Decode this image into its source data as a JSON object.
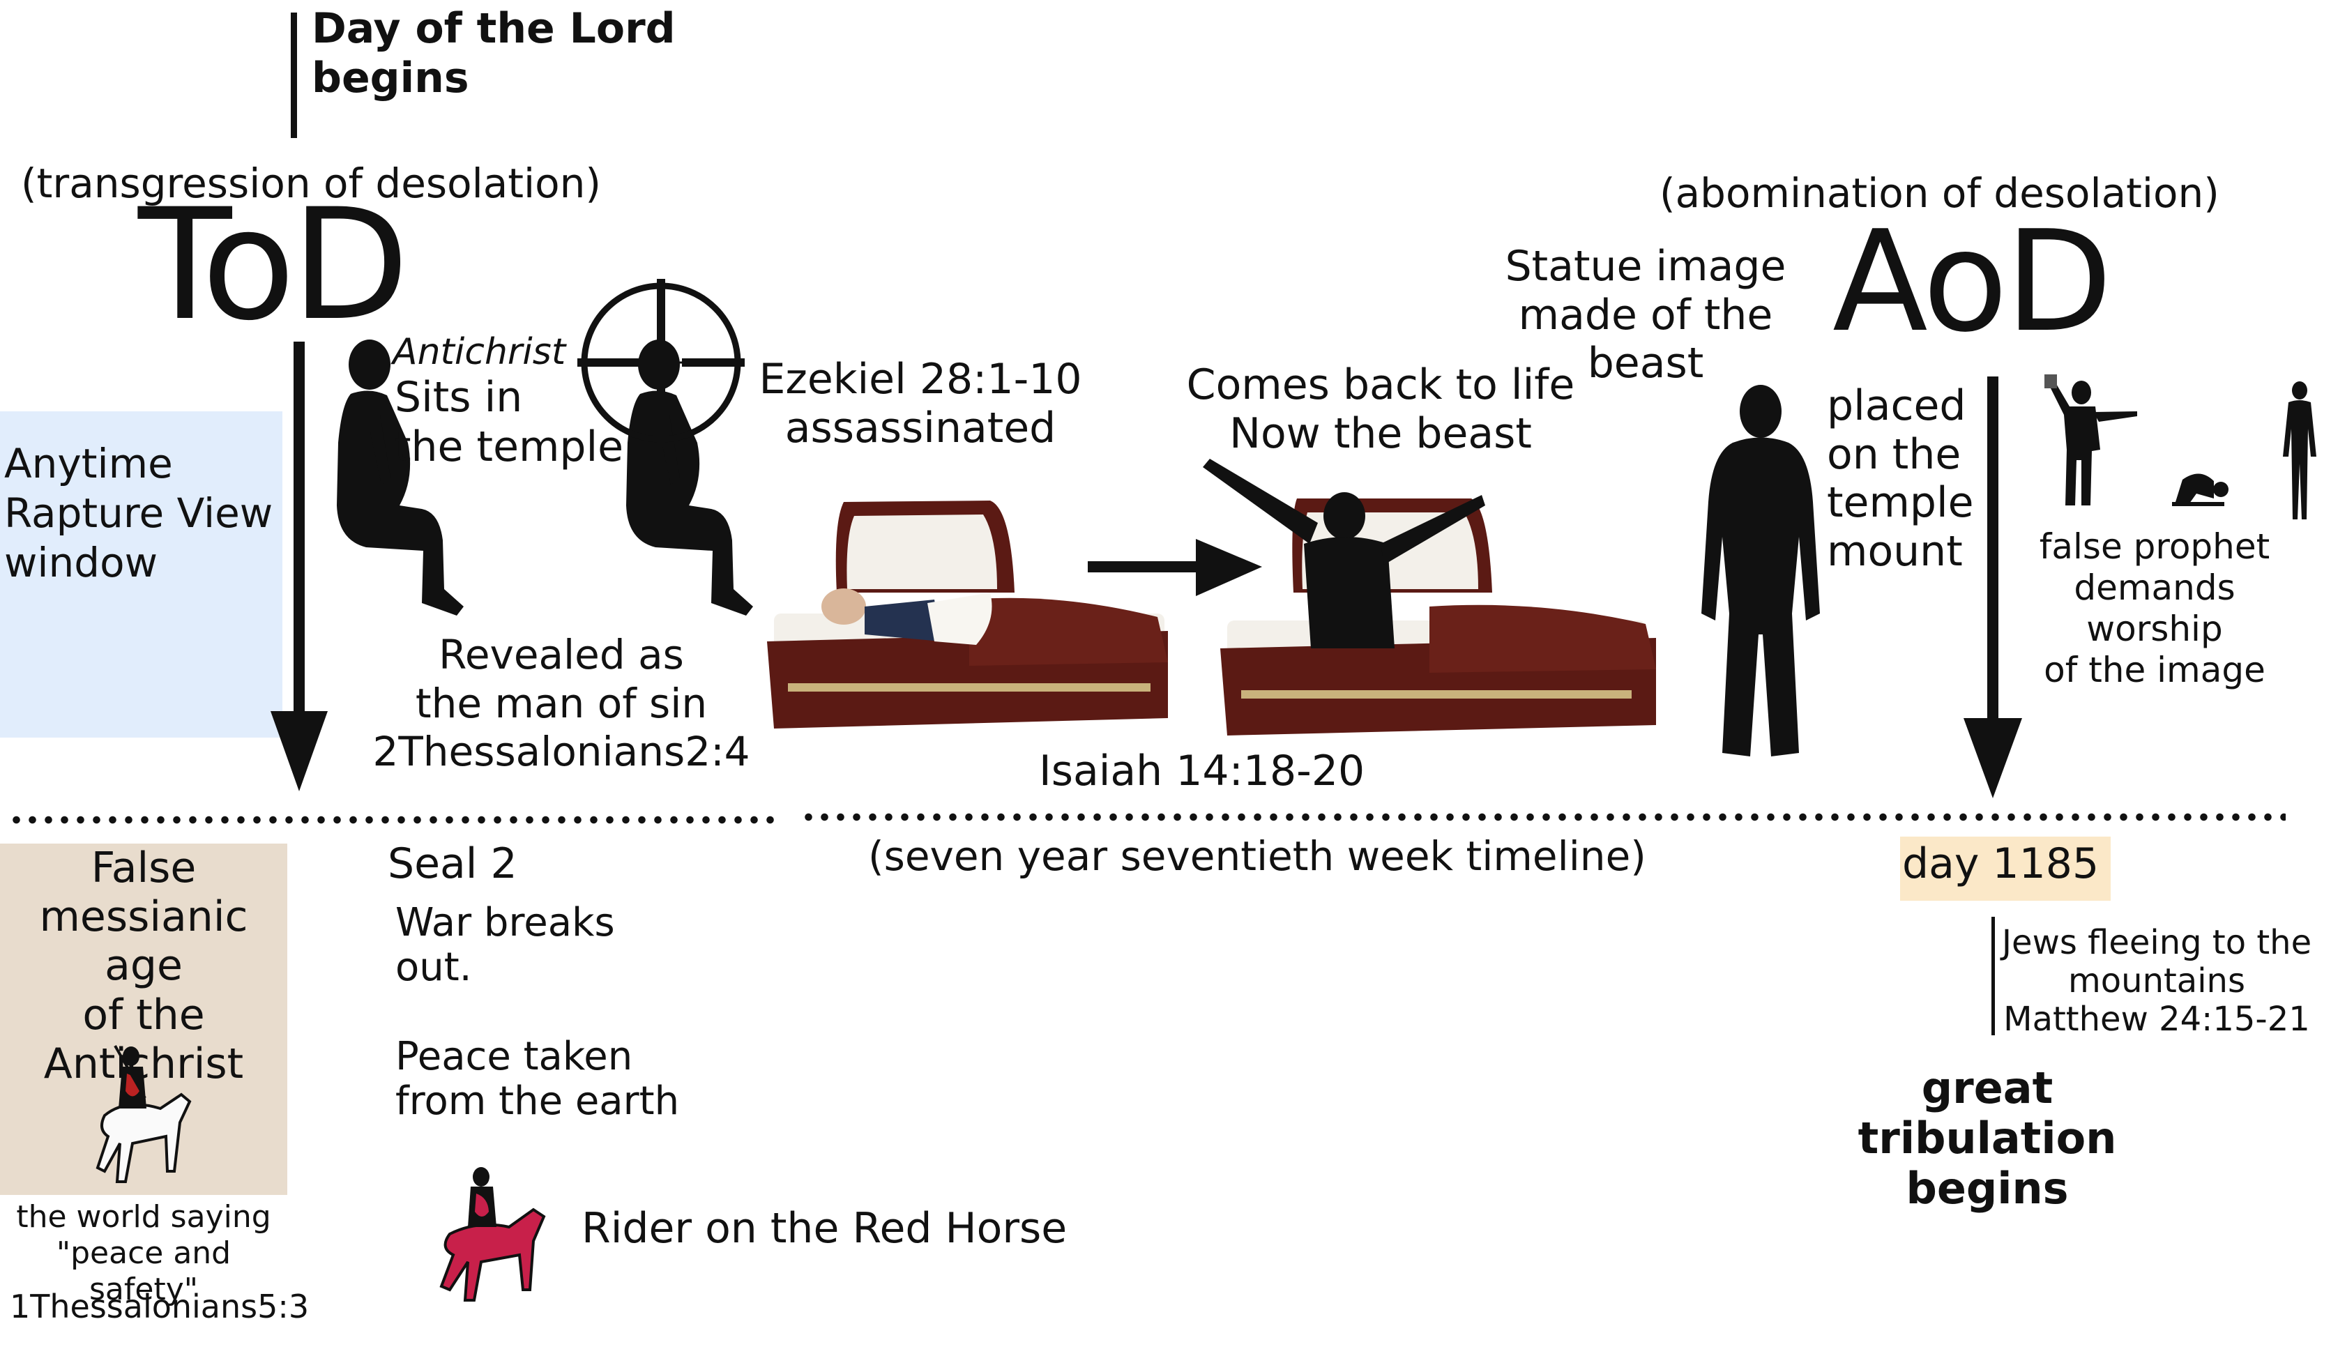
{
  "header": {
    "day_of_lord": "Day of the Lord\nbegins",
    "tod_caption": "(transgression of desolation)",
    "tod": "ToD",
    "aod_caption": "(abomination of desolation)",
    "aod": "AoD"
  },
  "upper": {
    "antichrist_italic": "Antichrist",
    "sits_in_temple": "Sits in\nthe temple",
    "rapture_window": "Anytime\nRapture View\nwindow",
    "revealed": "Revealed as\nthe man of sin\n2Thessalonians2:4",
    "ezekiel": "Ezekiel 28:1-10\nassassinated",
    "comes_back": "Comes back to life\nNow the beast",
    "isaiah": "Isaiah 14:18-20",
    "statue": "Statue image\nmade of the\nbeast",
    "placed": "placed\non the\ntemple\nmount",
    "false_prophet": "false prophet\ndemands worship\nof the image"
  },
  "timeline": {
    "label": "(seven year seventieth week timeline)",
    "day_badge": "day 1185"
  },
  "lower": {
    "false_messianic": "False\nmessianic age\nof the\nAntichrist",
    "world_saying": "the world saying\n\"peace and safety\"",
    "thess_ref": "1Thessalonians5:3",
    "seal": "Seal 2",
    "war": "War breaks\nout.",
    "peace": "Peace taken\nfrom the earth",
    "rider": "Rider on the Red Horse",
    "jews": "Jews fleeing to the\nmountains\nMatthew 24:15-21",
    "great_trib": "great tribulation\nbegins"
  },
  "colors": {
    "rapture_box": "#e1edfc",
    "messianic_box": "#e8dccd",
    "day_badge": "#fbe8c8",
    "red_horse": "#c8204a",
    "casket": "#5b1a14",
    "silhouette": "#111111"
  },
  "icons": [
    "crosshair-icon",
    "arrow-right-icon",
    "white-horse-rider-icon",
    "red-horse-rider-icon",
    "casket-icon",
    "person-silhouette-icon"
  ]
}
